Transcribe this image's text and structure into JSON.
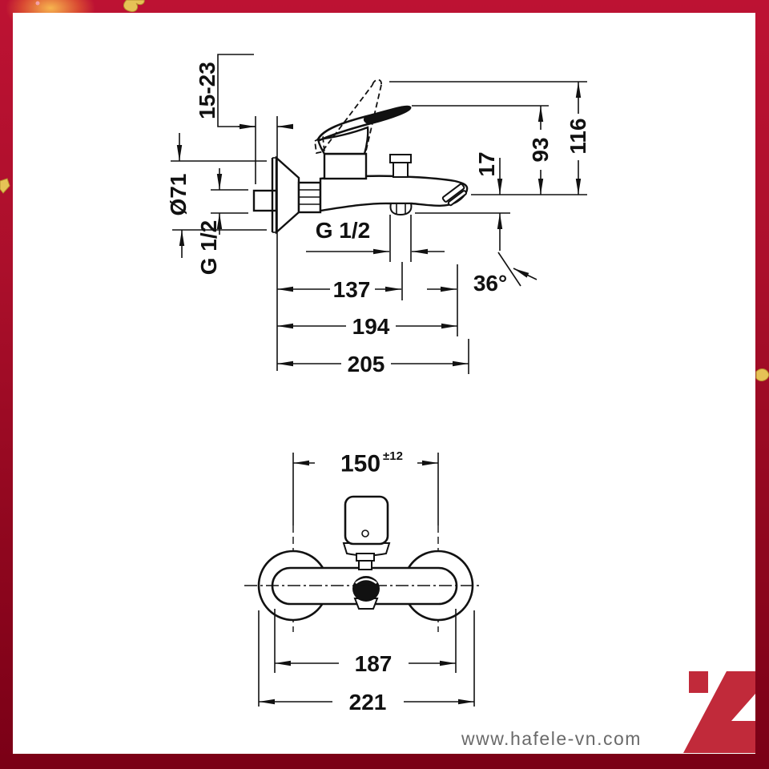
{
  "colors": {
    "frame_red_top": "#bd1233",
    "frame_red_bottom": "#7a0016",
    "logo_red": "#c12a3a",
    "confetti_gold": "#e6c256",
    "website_gray": "#6a6a6a",
    "drawing_line": "#111111"
  },
  "footer": {
    "website": "www.hafele-vn.com"
  },
  "side_view": {
    "dims": {
      "wall_adjust_range": "15-23",
      "flange_diameter": "Ø71",
      "wall_thread": "G 1/2",
      "shower_outlet_thread": "G 1/2",
      "spout_reach": "137",
      "length_194": "194",
      "length_205": "205",
      "spout_drop": "17",
      "height_93": "93",
      "height_116": "116",
      "spout_angle": "36°"
    }
  },
  "front_view": {
    "dims": {
      "connection_distance": "150",
      "connection_tolerance": "±12",
      "body_width": "187",
      "overall_width": "221"
    }
  }
}
